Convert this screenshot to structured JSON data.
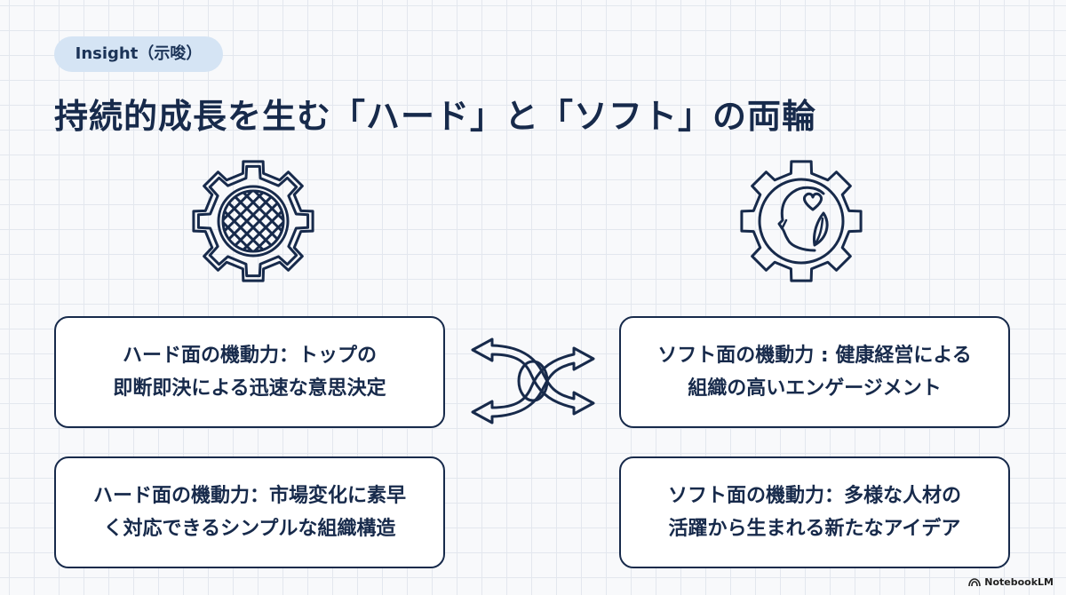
{
  "badge": {
    "label": "Insight（示唆）"
  },
  "title": "持続的成長を生む「ハード」と「ソフト」の両輪",
  "icons": {
    "hard": "gear-with-woven-pattern-icon",
    "soft": "gear-with-head-and-heart-icon",
    "center": "interlocking-bidirectional-arrows-icon"
  },
  "cards": [
    {
      "text": "ハード面の機動力：トップの\n即断即決による迅速な意思決定"
    },
    {
      "text": "ソフト面の機動力 : 健康経営による\n組織の高いエンゲージメント"
    },
    {
      "text": "ハード面の機動力：市場変化に素早\nく対応できるシンプルな組織構造"
    },
    {
      "text": "ソフト面の機動力：多様な人材の\n活躍から生まれる新たなアイデア"
    }
  ],
  "brand": {
    "label": "NotebookLM"
  },
  "colors": {
    "ink": "#172a4b",
    "badge_bg": "#d5e4f4",
    "grid": "#e3e7ee",
    "background": "#f8f9fb"
  }
}
